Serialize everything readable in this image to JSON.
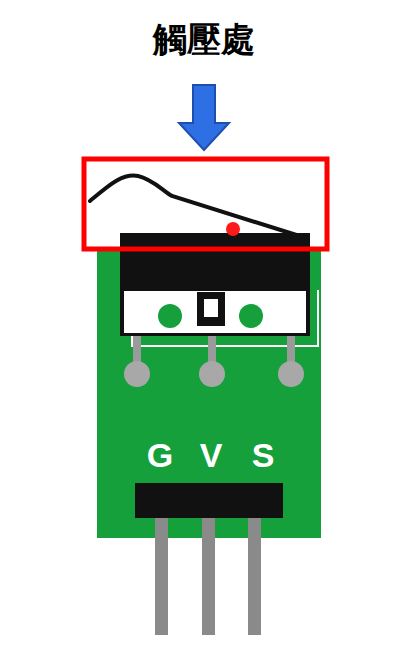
{
  "diagram": {
    "labels": [
      "觸壓處",
      "G",
      "V",
      "S"
    ]
  }
}
